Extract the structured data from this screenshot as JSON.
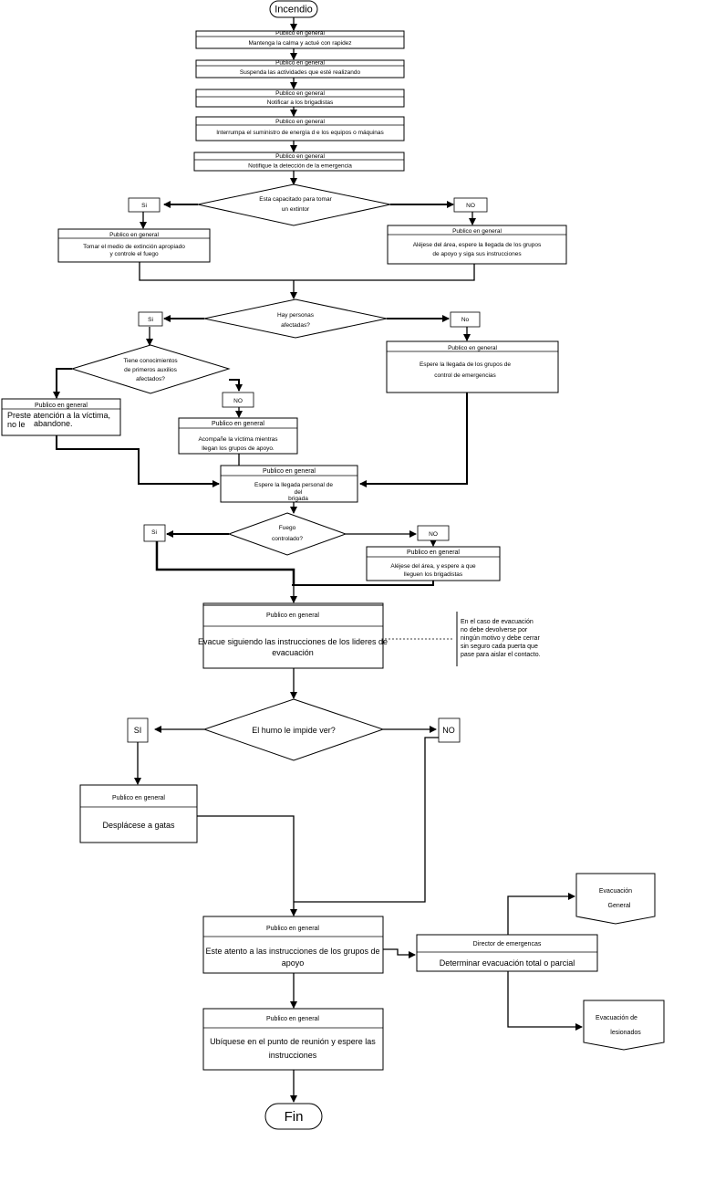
{
  "terminals": {
    "start": "Incendio",
    "end": "Fin"
  },
  "role": "Publico en general",
  "director_role": "Director de emergencas",
  "steps": {
    "s1": "Mantenga la calma y actué con rapidez",
    "s2": "Suspenda las actividades que esté realizando",
    "s3": "Notificar a los brigadistas",
    "s4": "Interrumpa el suministro de energía d e los equipos o  máquinas",
    "s5": "Notifique la detección de la emergencia",
    "extinguish": [
      "Tomar el medio de extinción apropiado",
      "y controle el fuego"
    ],
    "move_away": [
      "Aléjese del  área,  espere la llegada de los grupos",
      "de apoyo y siga sus instrucciones"
    ],
    "wait_control": [
      "Espere la llegada de los grupos de",
      "control de emergencias"
    ],
    "attend_victim": [
      "Preste atención a la víctima,",
      "no le",
      "abandone."
    ],
    "accompany": [
      "Acompañe la víctima mientras",
      "llegan los grupos de apoyo."
    ],
    "wait_brigade": [
      "Espere la llegada  personal de",
      "del",
      "brigada"
    ],
    "move_away_brig": [
      "Aléjese del área, y espere a que",
      "lleguen los brigadistas"
    ],
    "evacuate": [
      "Evacue siguiendo las instrucciones de los lideres de",
      "evacuación"
    ],
    "crawl": "Desplácese a gatas",
    "attentive": [
      "Este atento a las instrucciones de los grupos de",
      "apoyo"
    ],
    "meeting": [
      "Ubíquese en el punto de reunión y espere las",
      "instrucciones"
    ],
    "determine": "Determinar evacuación total o parcial"
  },
  "decisions": {
    "d1": [
      "Esta capacitado para tomar",
      "un extintor"
    ],
    "d2": [
      "Hay personas",
      "afectadas?"
    ],
    "d3": [
      "Tiene conocimientos",
      "de primeros auxilios",
      "afectados?"
    ],
    "d4": [
      "Fuego",
      "controlado?"
    ],
    "d5": "El humo le impide ver?"
  },
  "labels": {
    "yes": "Si",
    "no": "NO",
    "no_alt": "No",
    "yes_caps": "SI"
  },
  "note": [
    "En el caso de evacuación",
    "no debe devolverse por",
    "ningún motivo y debe cerrar",
    "sin seguro cada puerta que",
    "pase para aislar el contacto."
  ],
  "outputs": {
    "general": [
      "Evacuación",
      "General"
    ],
    "injured": [
      "Evacuación de",
      "lesionados"
    ]
  }
}
